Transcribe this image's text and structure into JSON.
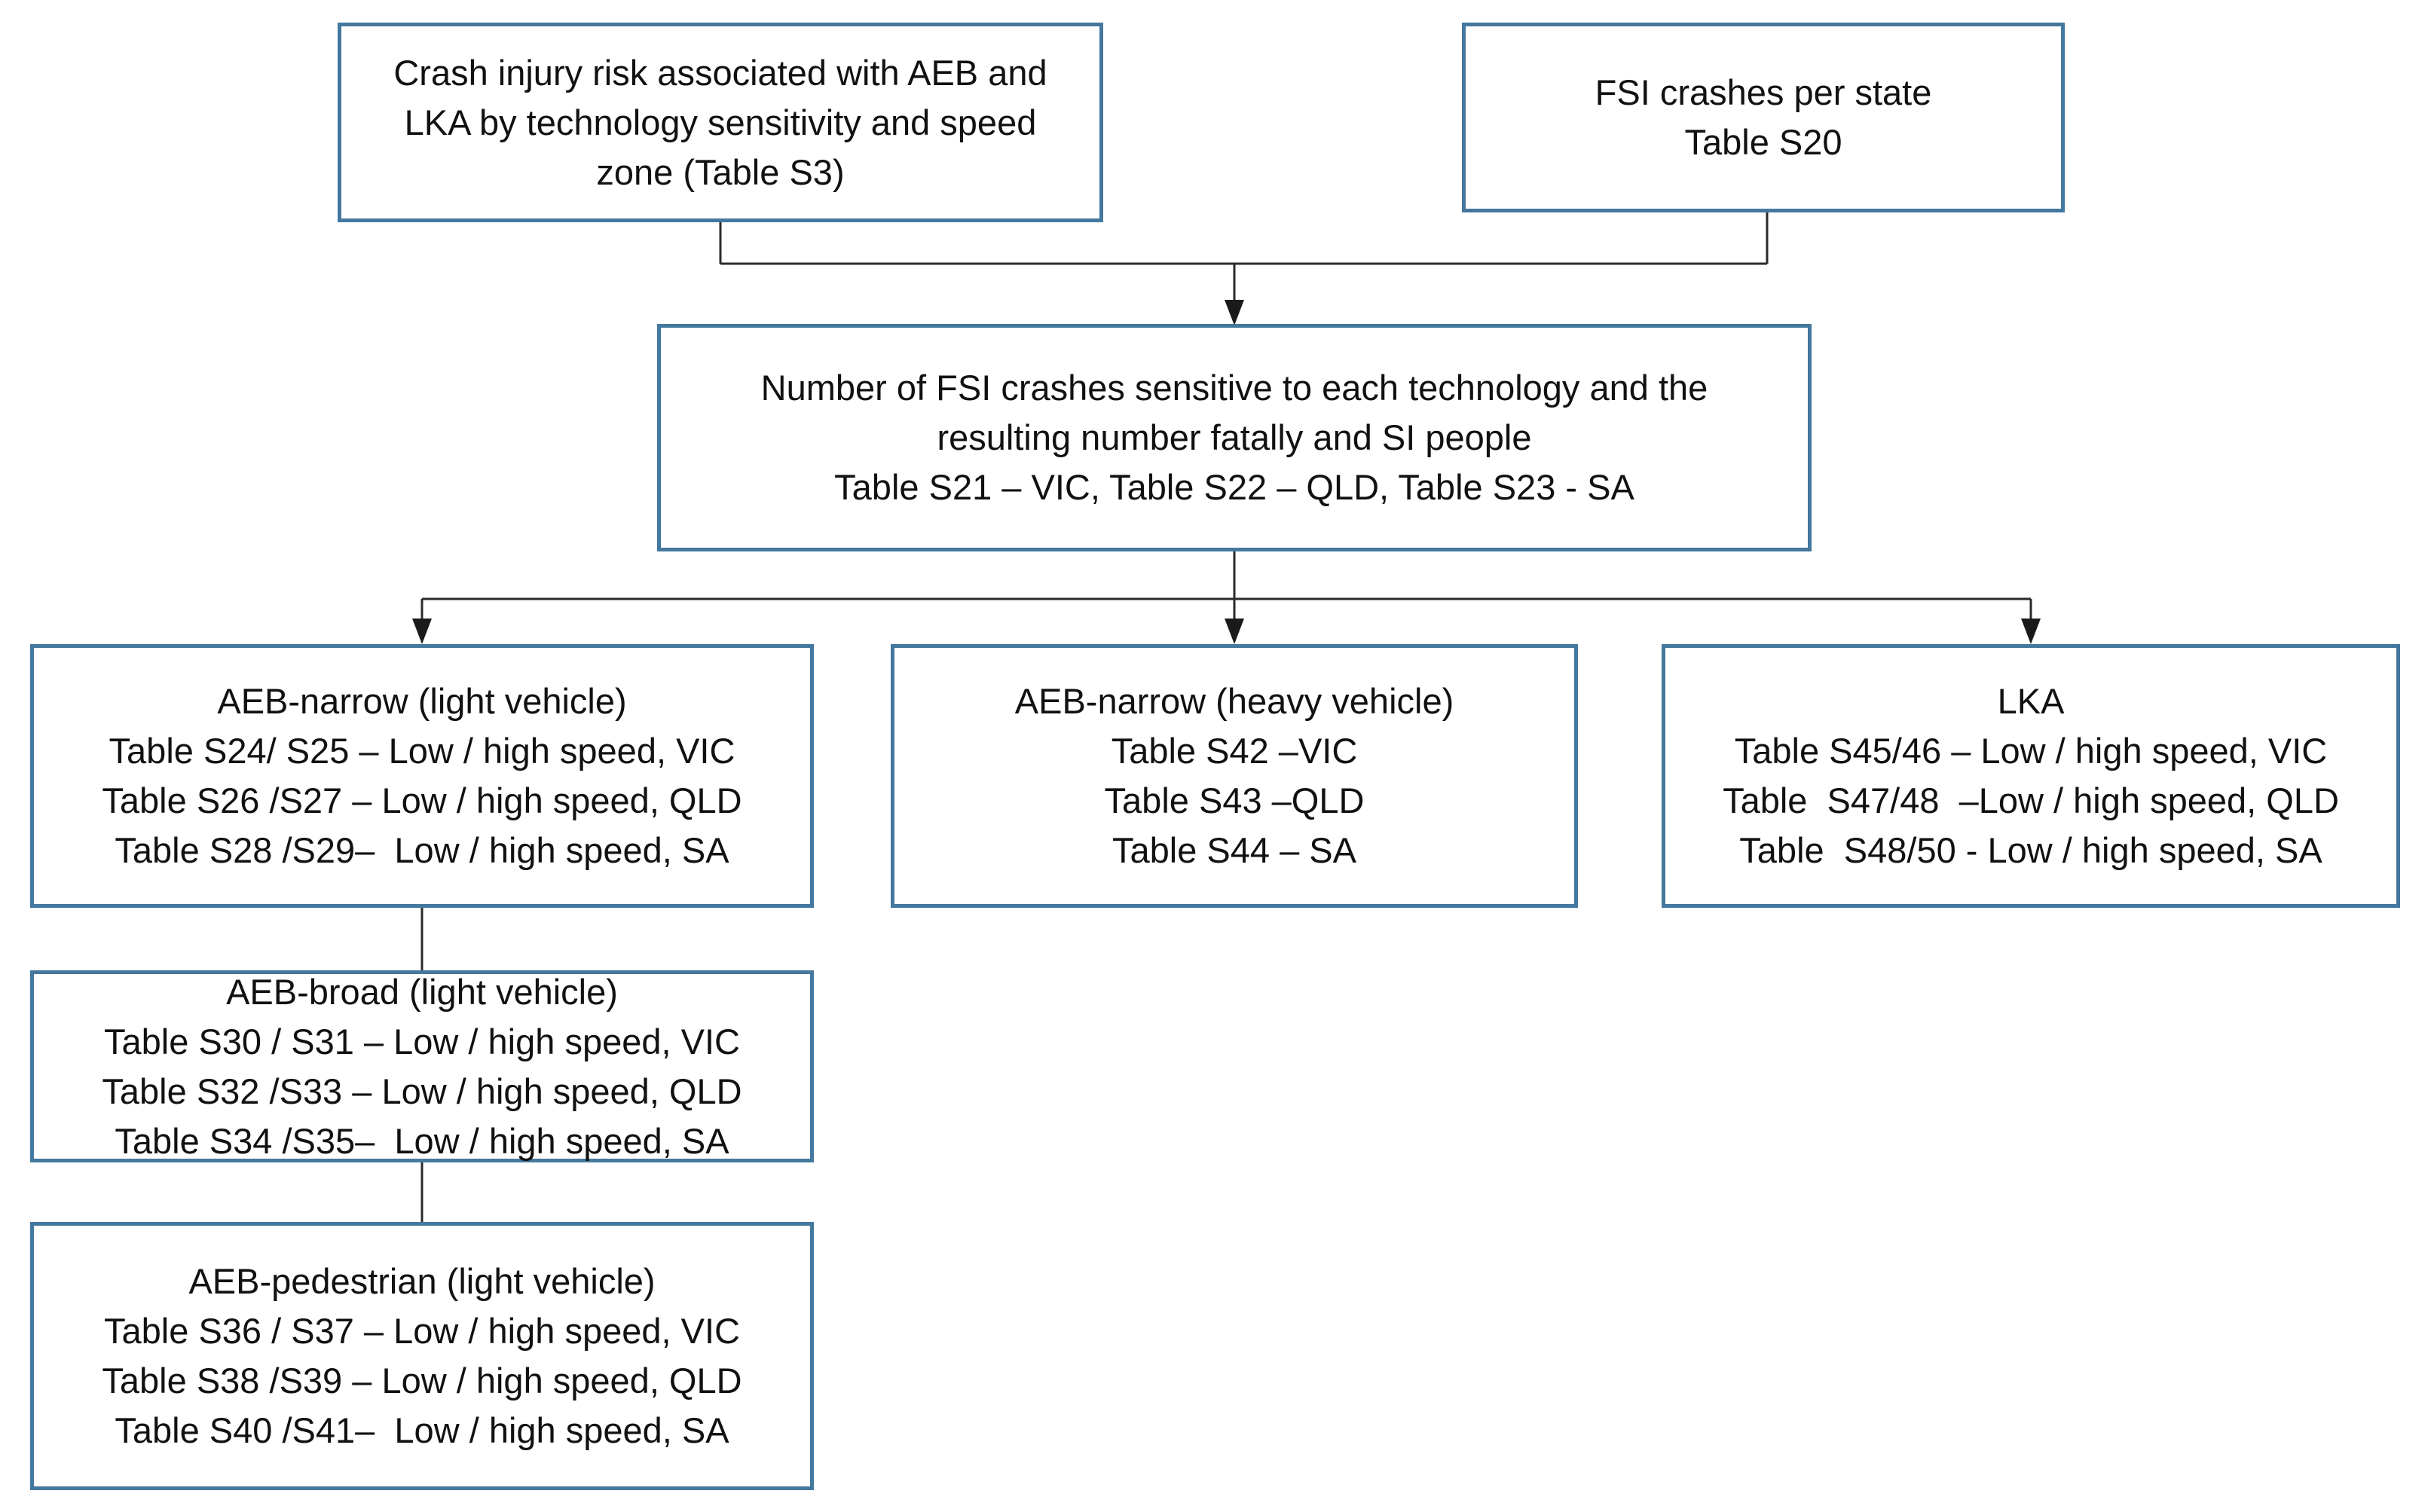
{
  "diagram": {
    "description": "Flowchart of supplementary tables for crash injury risk analysis of AEB and LKA technologies",
    "colors": {
      "box_border": "#44789f",
      "connector": "#2b2b2b",
      "text": "#111111",
      "background": "#ffffff"
    },
    "nodes": {
      "s3": {
        "lines": [
          "Crash injury risk associated with AEB and",
          "LKA by technology sensitivity and speed",
          "zone (Table S3)"
        ]
      },
      "s20": {
        "lines": [
          "FSI crashes per state",
          "Table S20"
        ]
      },
      "s21": {
        "lines": [
          "Number of FSI crashes sensitive to each technology and the",
          "resulting number fatally and SI people",
          "Table S21 – VIC, Table S22 – QLD, Table S23 - SA"
        ]
      },
      "aeb_narrow_light": {
        "lines": [
          "AEB-narrow (light vehicle)",
          "Table S24/ S25 – Low / high speed, VIC",
          "Table S26 /S27 – Low / high speed, QLD",
          "Table S28 /S29–  Low / high speed, SA"
        ]
      },
      "aeb_narrow_heavy": {
        "lines": [
          "AEB-narrow (heavy vehicle)",
          "Table S42 –VIC",
          "Table S43 –QLD",
          "Table S44 – SA"
        ]
      },
      "lka": {
        "lines": [
          "LKA",
          "Table S45/46 – Low / high speed, VIC",
          "Table  S47/48  –Low / high speed, QLD",
          "Table  S48/50 - Low / high speed, SA"
        ]
      },
      "aeb_broad": {
        "lines": [
          "AEB-broad (light vehicle)",
          "Table S30 / S31 – Low / high speed, VIC",
          "Table S32 /S33 – Low / high speed, QLD",
          "Table S34 /S35–  Low / high speed, SA"
        ]
      },
      "aeb_pedestrian": {
        "lines": [
          "AEB-pedestrian (light vehicle)",
          "Table S36 / S37 – Low / high speed, VIC",
          "Table S38 /S39 – Low / high speed, QLD",
          "Table S40 /S41–  Low / high speed, SA"
        ]
      }
    },
    "edges": [
      {
        "from": "s3",
        "to": "junction-top",
        "arrow": false
      },
      {
        "from": "s20",
        "to": "junction-top",
        "arrow": false
      },
      {
        "from": "junction-top",
        "to": "s21",
        "arrow": true
      },
      {
        "from": "s21",
        "to": "aeb_narrow_light",
        "arrow": true
      },
      {
        "from": "s21",
        "to": "aeb_narrow_heavy",
        "arrow": true
      },
      {
        "from": "s21",
        "to": "lka",
        "arrow": true
      },
      {
        "from": "aeb_narrow_light",
        "to": "aeb_broad",
        "arrow": false
      },
      {
        "from": "aeb_broad",
        "to": "aeb_pedestrian",
        "arrow": false
      }
    ]
  }
}
